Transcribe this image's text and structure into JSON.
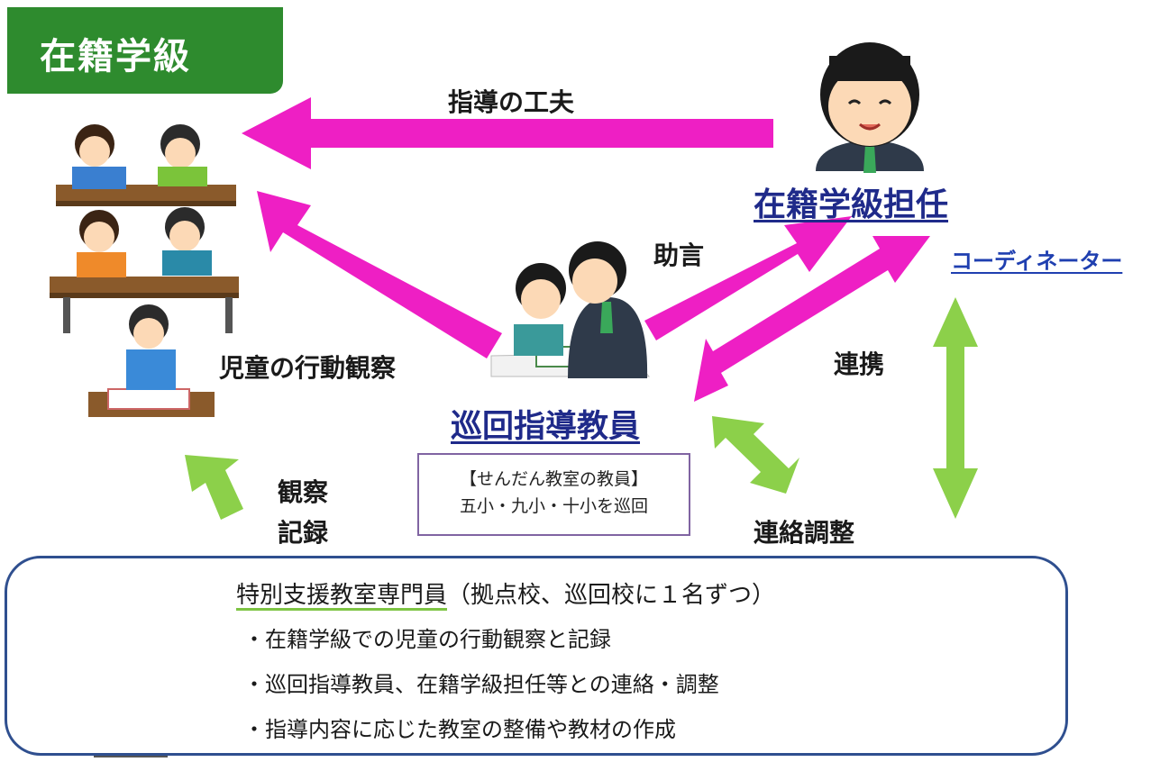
{
  "title": "在籍学級",
  "labels": {
    "guidance_ideas": "指導の工夫",
    "advice": "助言",
    "cooperation": "連携",
    "observation": "児童の行動観察",
    "liaison": "連絡調整",
    "observe": "観察",
    "record": "記録"
  },
  "roles": {
    "homeroom_teacher": "在籍学級担任",
    "coordinator": "コーディネーター",
    "itinerant_teacher": "巡回指導教員"
  },
  "note": {
    "line1": "【せんだん教室の教員】",
    "line2": "五小・九小・十小を巡回"
  },
  "staff": {
    "title_main": "特別支援教室専門員",
    "title_sub": "（拠点校、巡回校に１名ずつ）",
    "duties": [
      "・在籍学級での児童の行動観察と記録",
      "・巡回指導教員、在籍学級担任等との連絡・調整",
      "・指導内容に応じた教室の整備や教材の作成"
    ]
  },
  "colors": {
    "title_bg": "#2e8b2e",
    "magenta_arrow": "#ee1fc4",
    "green_arrow": "#8cd04a",
    "role_text": "#1f2a8a",
    "note_border": "#8064a2",
    "staff_border": "#2f4f8f"
  }
}
